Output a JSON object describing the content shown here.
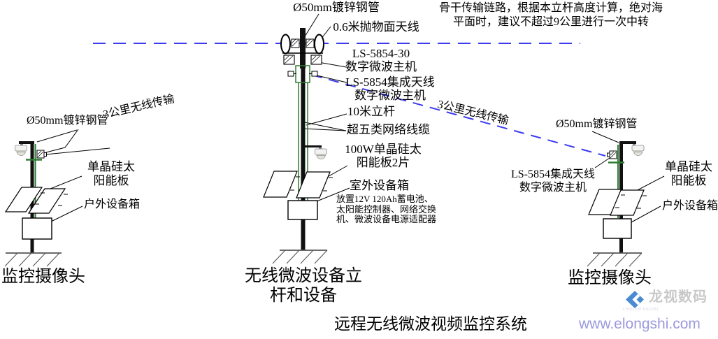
{
  "title": "远程无线微波视频监控系统",
  "note": {
    "line1": "骨干传输链路，根据本立杆高度计算，绝对海",
    "line2": "平面时，建议不超过9公里进行一次中转"
  },
  "labels": {
    "center": {
      "pipe": "Ø50mm镀锌钢管",
      "antenna": "0.6米抛物面天线",
      "radio30_line1": "LS-5854-30",
      "radio30_line2": "数字微波主机",
      "integrated_line1": "LS-5854集成天线",
      "integrated_line2": "数字微波主机",
      "pole": "10米立杆",
      "cable": "超五类网络线缆",
      "solar_line1": "100W单晶硅太",
      "solar_line2": "阳能板2片",
      "box": "室外设备箱",
      "box_contents": [
        "放置12V 120Ah蓄电池、",
        "太阳能控制器、网络交换",
        "机、微波设备电源适配器"
      ]
    },
    "left": {
      "pipe": "Ø50mm镀锌钢管",
      "wireless": "3公里无线传输",
      "solar_line1": "单晶硅太",
      "solar_line2": "阳能板",
      "box": "户外设备箱"
    },
    "right": {
      "pipe": "Ø50mm镀锌钢管",
      "wireless": "3公里无线传输",
      "integrated_line1": "LS-5854集成天线",
      "integrated_line2": "数字微波主机",
      "solar_line1": "单晶硅太",
      "solar_line2": "阳能板",
      "box": "户外设备箱"
    }
  },
  "captions": {
    "left": "监控摄像头",
    "center_line1": "无线微波设备立",
    "center_line2": "杆和设备",
    "right": "监控摄像头"
  },
  "branding": {
    "name": "龙视数码",
    "tagline": "LONGSHI DIGITAL",
    "url": "www.elongshi.com"
  },
  "colors": {
    "dash_link_blue": "#3b3bef",
    "cable_green": "#2e7d32",
    "logo_blue": "#4a8ad2",
    "brand_gray": "#c9c9c9",
    "url_purple": "#9a9ade"
  }
}
